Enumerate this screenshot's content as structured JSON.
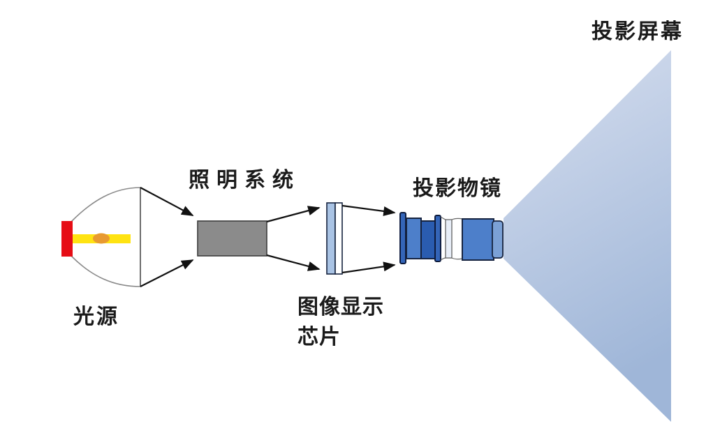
{
  "labels": {
    "light_source": "光源",
    "illumination_system": "照明系统",
    "display_chip_line1": "图像显示",
    "display_chip_line2": "芯片",
    "projection_lens": "投影物镜",
    "projection_screen": "投影屏幕"
  },
  "colors": {
    "background": "#ffffff",
    "lamp_red": "#e60d15",
    "beam_yellow": "#ffe312",
    "arc_orange": "#e89a30",
    "reflector_outline": "#8a8a8a",
    "reflector_chord": "#5a5a5a",
    "illumination_box_fill": "#8b8b8b",
    "illumination_box_border": "#3c3c3c",
    "chip_blue_fill": "#a9c3e4",
    "chip_white_fill": "#ffffff",
    "chip_border": "#16233f",
    "lens_dark_blue": "#3465b8",
    "lens_mid_blue": "#4d7fca",
    "lens_deep_blue": "#2a5cb0",
    "lens_light_blue": "#7ba1d6",
    "lens_ring_fill": "#e8eef8",
    "lens_border": "#16233f",
    "lens_dark_border": "#0d1b3d",
    "cone_top": "#d7dfef",
    "cone_bottom": "#9fb6d8",
    "arrow_black": "#111111",
    "label_text": "#1a1a1a"
  }
}
